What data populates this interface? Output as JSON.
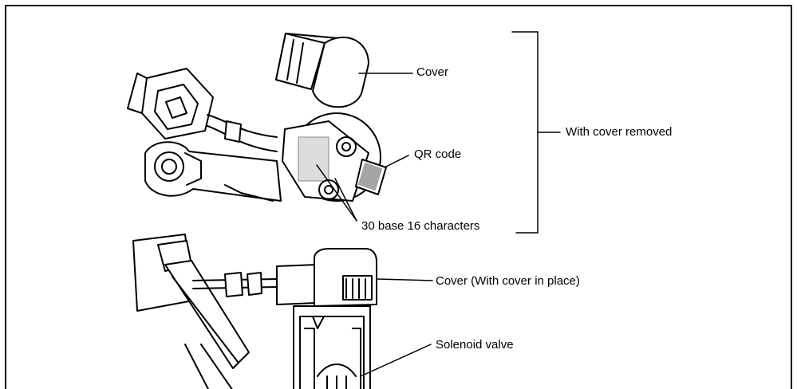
{
  "labels": {
    "cover": "Cover",
    "with_cover_removed": "With cover removed",
    "qr_code": "QR code",
    "base16_characters": "30 base 16 characters",
    "cover_in_place": "Cover (With cover in place)",
    "solenoid_valve": "Solenoid valve"
  },
  "colors": {
    "line": "#000000",
    "background": "#ffffff"
  }
}
